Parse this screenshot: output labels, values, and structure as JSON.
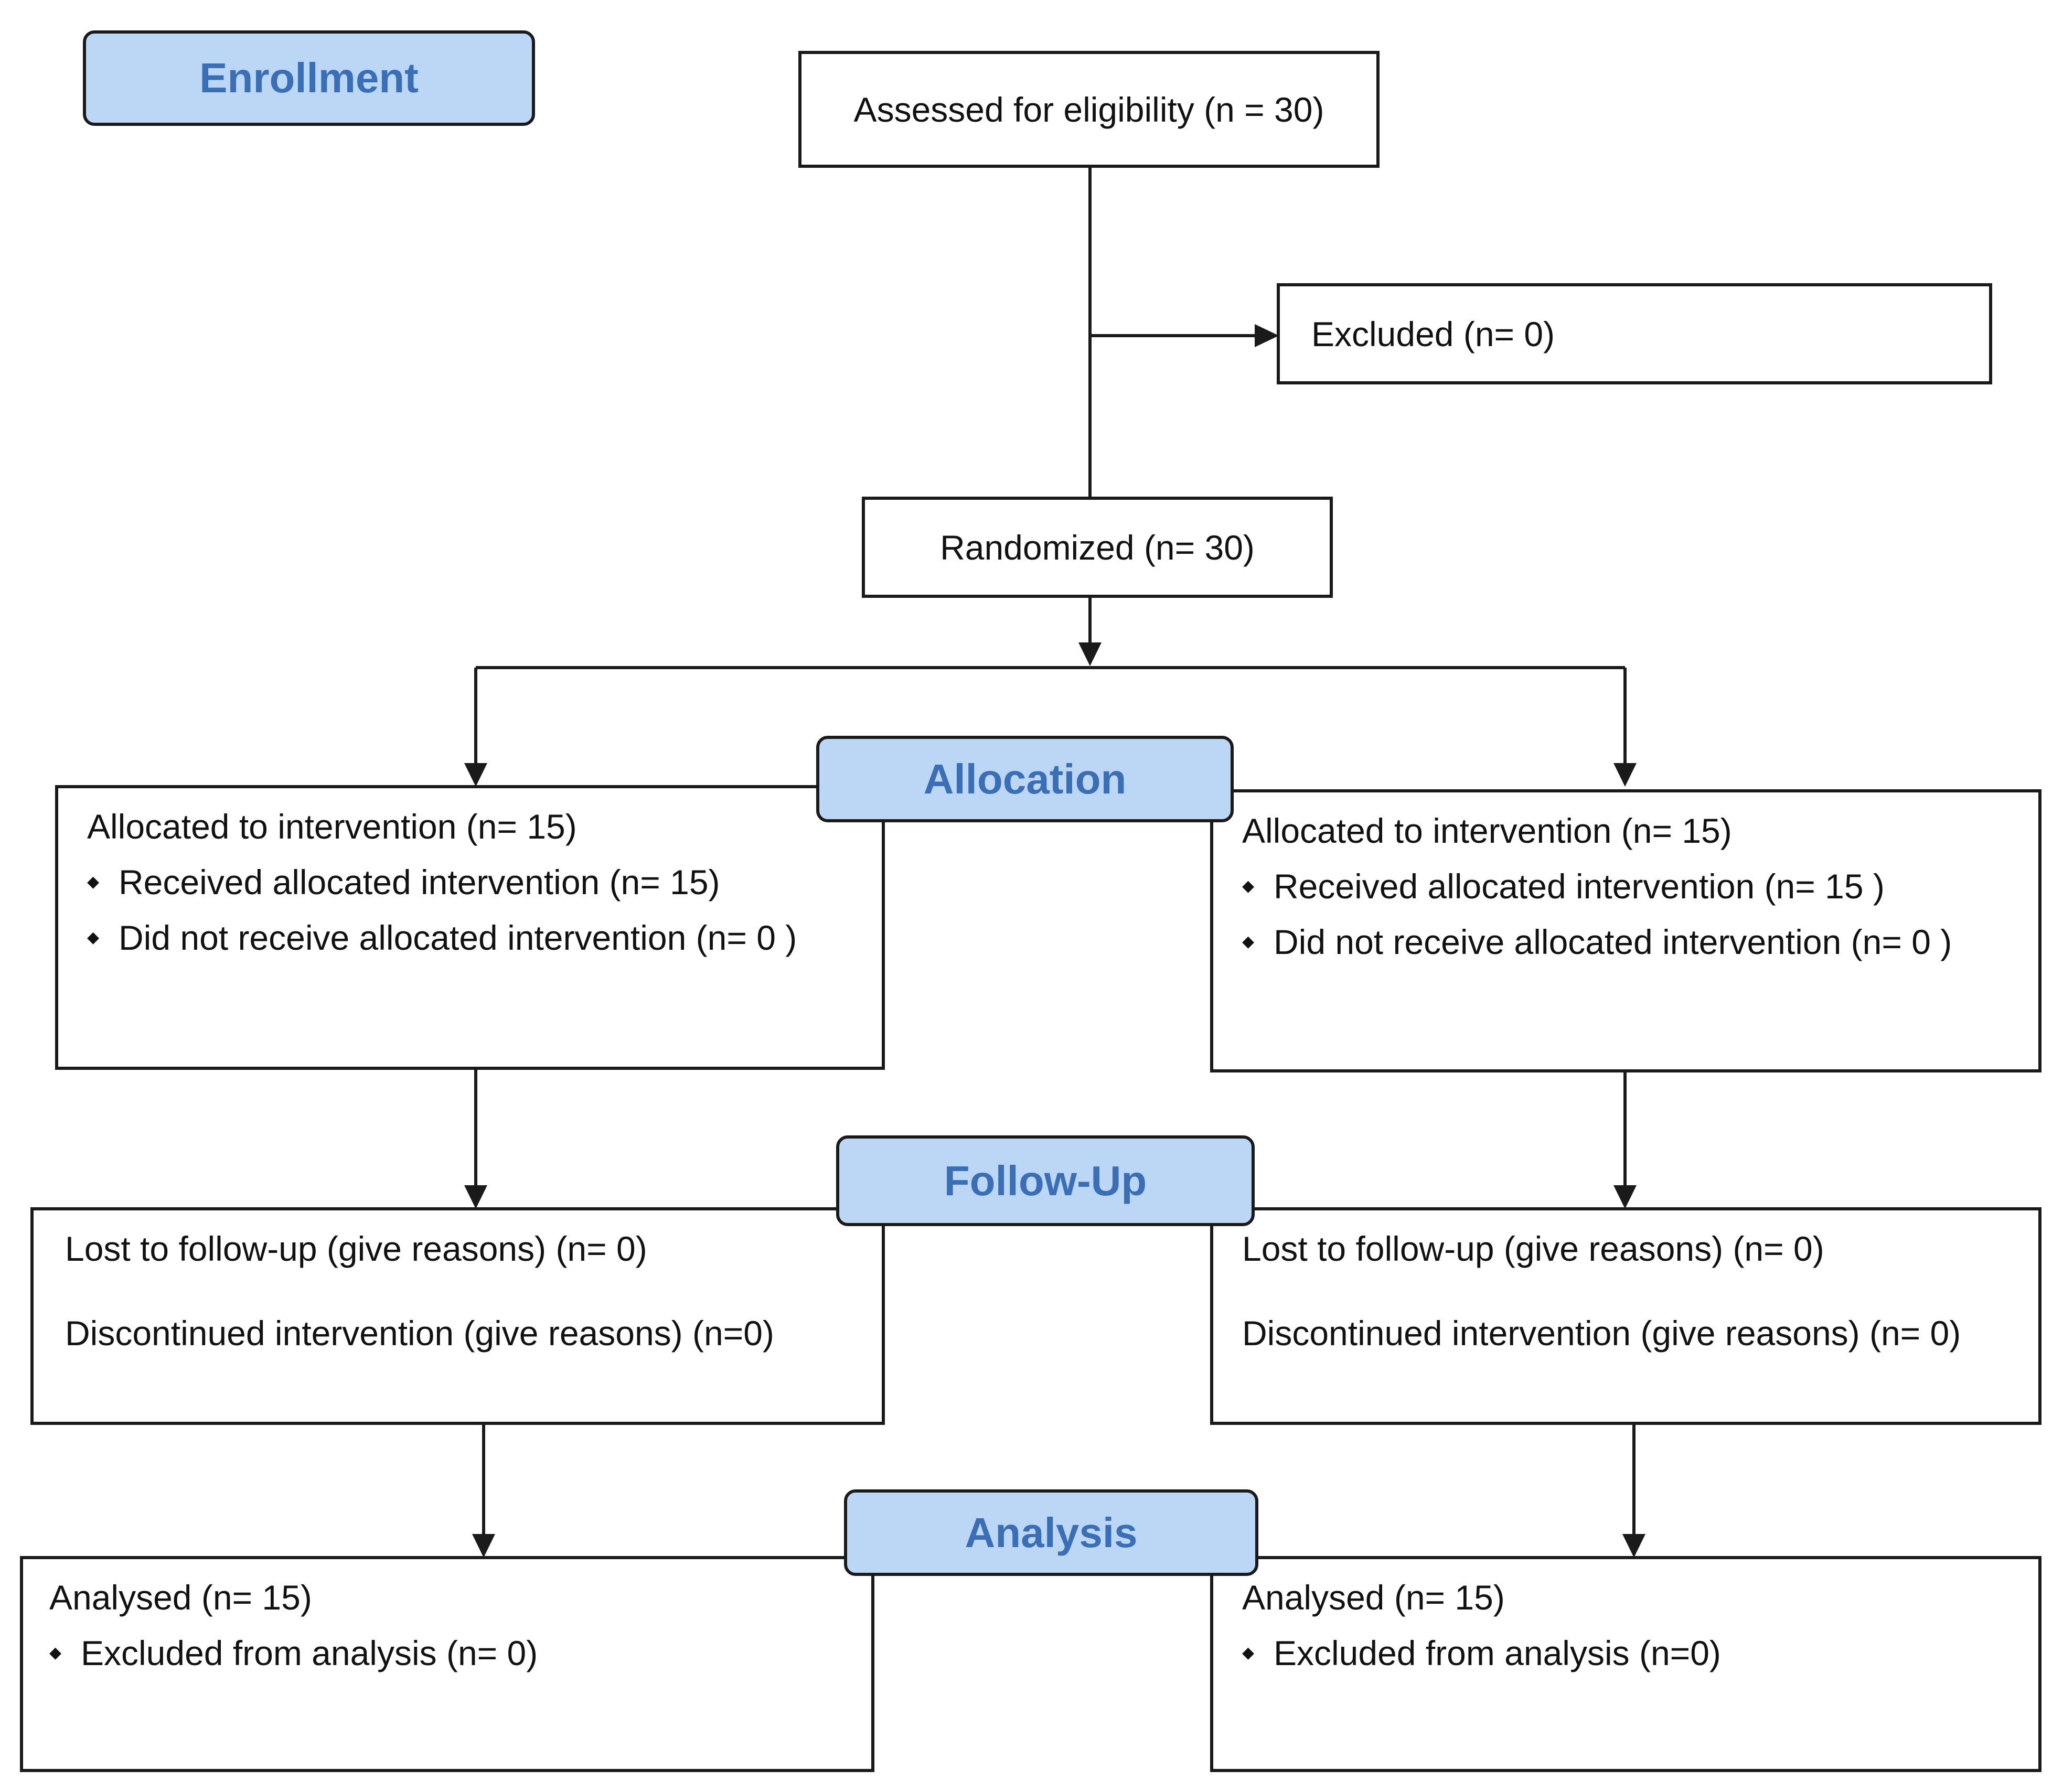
{
  "stages": {
    "enrollment": "Enrollment",
    "allocation": "Allocation",
    "followup": "Follow-Up",
    "analysis": "Analysis"
  },
  "enrollment": {
    "assessed": "Assessed for eligibility (n = 30)",
    "excluded": "Excluded (n= 0)",
    "randomized": "Randomized (n= 30)"
  },
  "arms": [
    {
      "allocation": {
        "title": "Allocated to intervention (n= 15)",
        "bullets": [
          "Received allocated intervention (n= 15)",
          "Did not receive allocated intervention (n= 0 )"
        ]
      },
      "followup": {
        "lost": "Lost to follow-up (give reasons) (n= 0)",
        "discontinued": "Discontinued intervention (give reasons) (n=0)"
      },
      "analysis": {
        "title": "Analysed  (n= 15)",
        "bullets": [
          "Excluded from analysis (n= 0)"
        ]
      }
    },
    {
      "allocation": {
        "title": "Allocated to intervention (n= 15)",
        "bullets": [
          "Received allocated intervention (n= 15 )",
          "Did not receive allocated intervention (n= 0 )"
        ]
      },
      "followup": {
        "lost": "Lost to follow-up (give reasons) (n= 0)",
        "discontinued": "Discontinued intervention (give reasons) (n= 0)"
      },
      "analysis": {
        "title": "Analysed  (n= 15)",
        "bullets": [
          "Excluded from analysis (n=0)"
        ]
      }
    }
  ]
}
